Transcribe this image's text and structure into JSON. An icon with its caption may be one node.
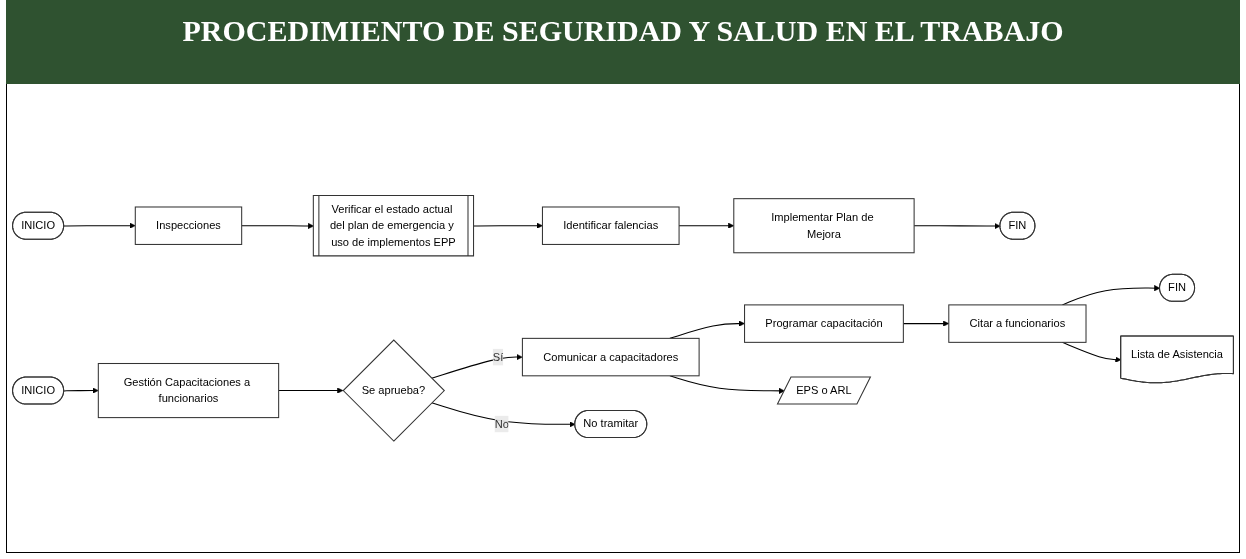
{
  "diagram": {
    "title": "PROCEDIMIENTO DE SEGURIDAD Y SALUD EN EL TRABAJO",
    "nodes": [
      {
        "text": [
          "INICIO"
        ]
      },
      {
        "text": [
          "Inspecciones"
        ]
      },
      {
        "text": [
          "Verificar el estado actual del plan de emergencia y uso de implementos EPP"
        ]
      },
      {
        "text": [
          "Identificar falencias"
        ]
      },
      {
        "text": [
          "Implementar Plan de Mejora"
        ]
      },
      {
        "text": [
          "FIN"
        ]
      },
      {
        "text": [
          "INICIO"
        ]
      },
      {
        "text": [
          "Gestión Capacitaciones a funcionarios"
        ]
      },
      {
        "text": [
          "Se aprueba?"
        ]
      },
      {
        "text": [
          "Comunicar a capacitadores"
        ]
      },
      {
        "text": [
          "Programar capacitación"
        ]
      },
      {
        "text": [
          "Citar a funcionarios"
        ]
      },
      {
        "text": [
          "FIN"
        ]
      },
      {
        "text": [
          "EPS o ARL"
        ]
      },
      {
        "text": [
          "Lista de Asistencia"
        ]
      },
      {
        "text": [
          "No tramitar"
        ]
      }
    ],
    "edges": [
      {
        "from": 0,
        "to": 1,
        "arrow": "to"
      },
      {
        "from": 1,
        "to": 2,
        "arrow": "to"
      },
      {
        "from": 2,
        "to": 3,
        "arrow": "to"
      },
      {
        "from": 3,
        "to": 4,
        "arrow": "to"
      },
      {
        "from": 4,
        "to": 5,
        "arrow": "to"
      },
      {
        "from": 6,
        "to": 7,
        "arrow": "to"
      },
      {
        "from": 7,
        "to": 8,
        "arrow": "to"
      },
      {
        "from": 8,
        "to": 9,
        "label": "Sí",
        "arrow": "to"
      },
      {
        "from": 8,
        "to": 15,
        "label": "No",
        "arrow": "to"
      },
      {
        "from": 9,
        "to": 10,
        "arrow": "to"
      },
      {
        "from": 10,
        "to": 11,
        "arrow": "to"
      },
      {
        "from": 11,
        "to": 12,
        "arrow": "to"
      },
      {
        "from": 9,
        "to": 13,
        "arrow": "to"
      },
      {
        "from": 11,
        "to": 14,
        "arrow": "to"
      }
    ]
  }
}
